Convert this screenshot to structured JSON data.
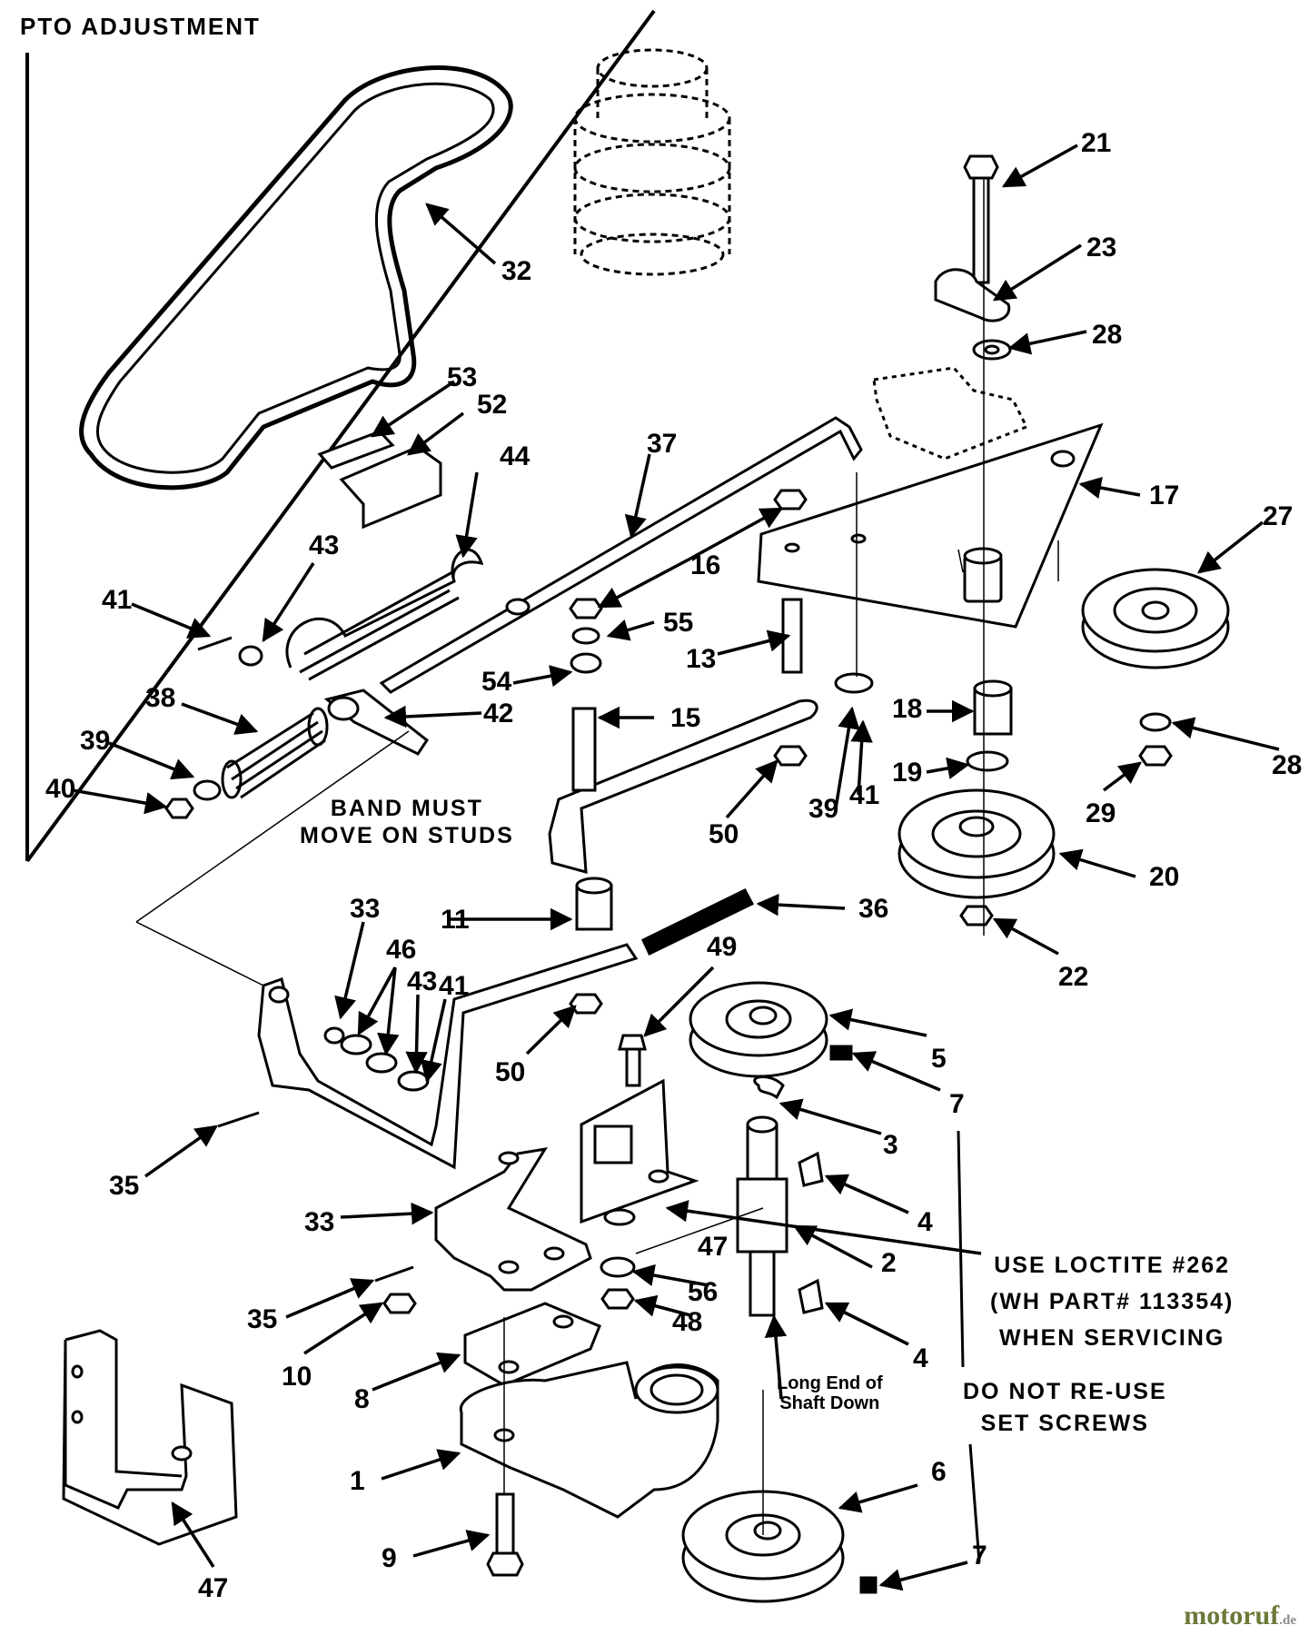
{
  "title": "PTO ADJUSTMENT",
  "notes": {
    "band": [
      "BAND MUST",
      "MOVE ON STUDS"
    ],
    "shaft": [
      "Long End of",
      "Shaft Down"
    ],
    "loctite": [
      "USE LOCTITE #262",
      "(WH PART# 113354)",
      "WHEN SERVICING"
    ],
    "set_screws": [
      "DO NOT RE-USE",
      "SET SCREWS"
    ]
  },
  "watermark": {
    "name": "motoruf",
    "tld": ".de"
  },
  "callouts": [
    "21",
    "23",
    "28",
    "32",
    "53",
    "52",
    "37",
    "44",
    "17",
    "27",
    "43",
    "41",
    "16",
    "55",
    "13",
    "54",
    "15",
    "38",
    "42",
    "39",
    "40",
    "18",
    "19",
    "28",
    "50",
    "39",
    "41",
    "20",
    "29",
    "22",
    "11",
    "36",
    "33",
    "46",
    "43",
    "41",
    "49",
    "50",
    "5",
    "7",
    "35",
    "3",
    "4",
    "33",
    "47",
    "2",
    "35",
    "56",
    "10",
    "48",
    "4",
    "8",
    "1",
    "6",
    "9",
    "47",
    "7"
  ],
  "colors": {
    "ink": "#000000",
    "paper": "#ffffff",
    "watermark": "#6b7a3a"
  }
}
